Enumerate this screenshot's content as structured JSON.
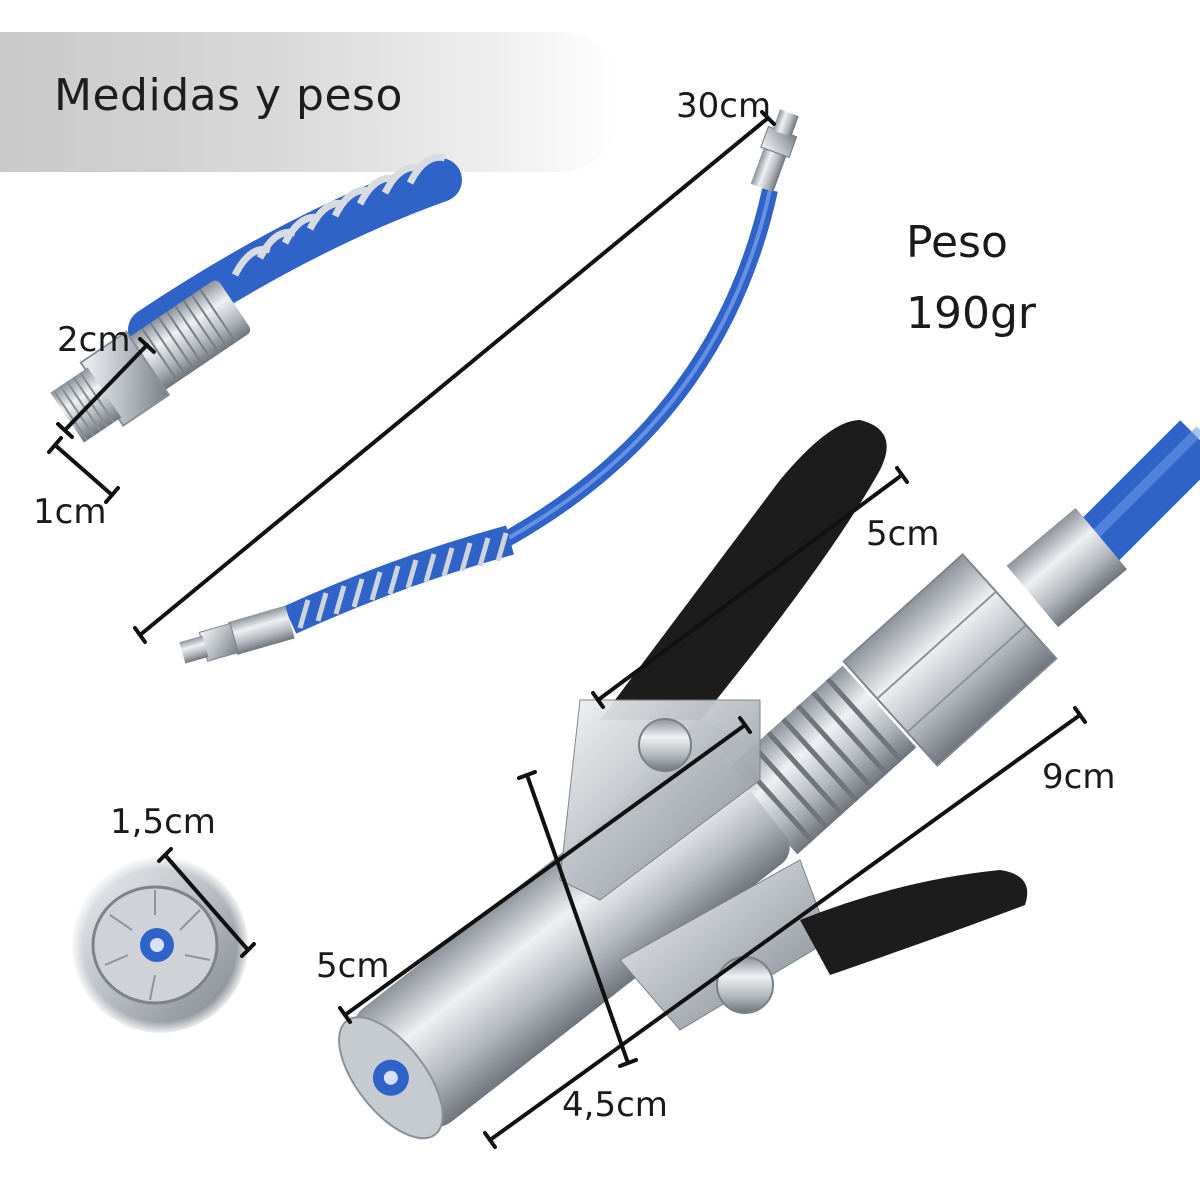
{
  "banner": {
    "title": "Medidas y peso"
  },
  "weight": {
    "label": "Peso",
    "value": "190gr"
  },
  "dimensions": {
    "hose_length": "30cm",
    "fitting_width": "2cm",
    "thread_length": "1cm",
    "lever_width": "5cm",
    "gun_length": "9cm",
    "head_diameter": "1,5cm",
    "body_length": "5cm",
    "body_width": "4,5cm"
  },
  "colors": {
    "hose_blue": "#2f63c8",
    "metal": "#b9bec4",
    "handle_black": "#1c1c1c"
  }
}
